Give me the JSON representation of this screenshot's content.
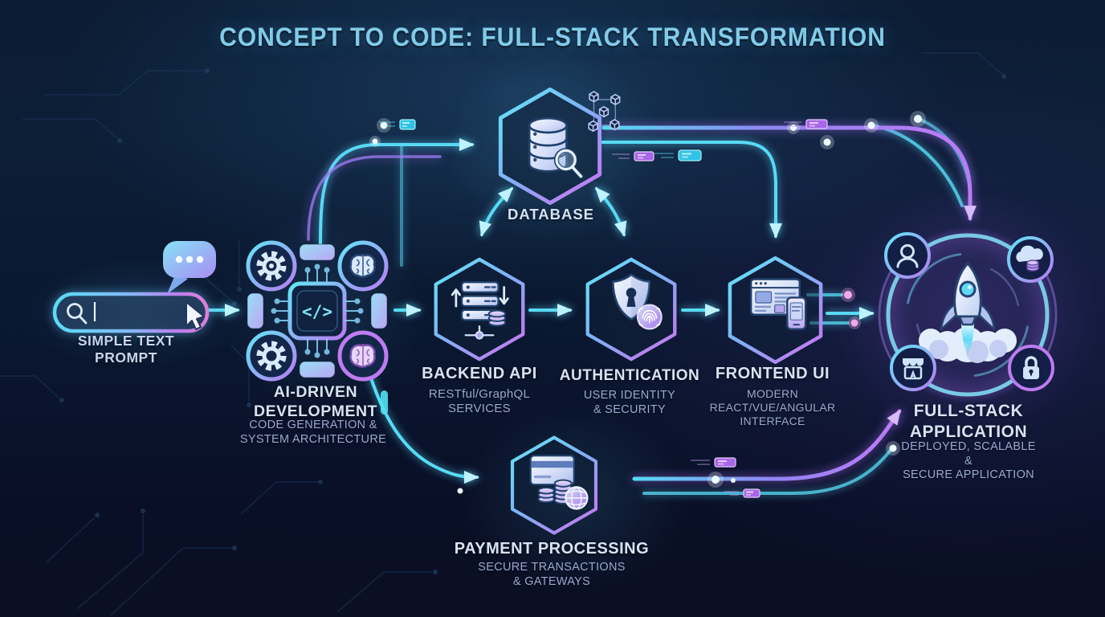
{
  "title": "CONCEPT TO CODE: FULL-STACK TRANSFORMATION",
  "colors": {
    "background": "#0a1228",
    "accent_cyan": "#58daf4",
    "accent_purple": "#a87cf2",
    "accent_pink": "#e07ad8",
    "title_text": "#82cbe8",
    "heading_text": "#d6e3f3",
    "subtext": "#98abd2"
  },
  "prompt": {
    "label": "SIMPLE TEXT\nPROMPT"
  },
  "nodes": {
    "ai": {
      "title": "AI-DRIVEN\nDEVELOPMENT",
      "subtitle": "CODE GENERATION &\nSYSTEM ARCHITECTURE",
      "chip_glyph": "</>"
    },
    "database": {
      "title": "DATABASE"
    },
    "backend": {
      "title": "BACKEND API",
      "subtitle": "RESTful/GraphQL\nSERVICES"
    },
    "auth": {
      "title": "AUTHENTICATION",
      "subtitle": "USER IDENTITY\n& SECURITY"
    },
    "frontend": {
      "title": "FRONTEND UI",
      "subtitle": "MODERN\nREACT/VUE/ANGULAR\nINTERFACE"
    },
    "payment": {
      "title": "PAYMENT PROCESSING",
      "subtitle": "SECURE TRANSACTIONS\n& GATEWAYS"
    },
    "fullstack": {
      "title": "FULL-STACK\nAPPLICATION",
      "subtitle": "DEPLOYED, SCALABLE &\nSECURE APPLICATION"
    }
  },
  "icons": {
    "prompt_bar": "search-icon",
    "speech": "chat-bubble-icon",
    "cursor": "mouse-pointer-icon",
    "ai": "chip-code-icon, gear-icon, brain-icon",
    "database": "database-cylinder-icon, magnifier-icon, cube-cluster-icon",
    "backend": "server-stack-icon, sync-arrows-icon, coins-icon",
    "auth": "shield-keyhole-icon, fingerprint-icon",
    "frontend": "browser-window-icon, phone-icon",
    "payment": "credit-card-icon, coins-icon, globe-icon",
    "fullstack": "rocket-launch-icon, user-icon, cloud-database-icon, storefront-icon, padlock-icon"
  }
}
